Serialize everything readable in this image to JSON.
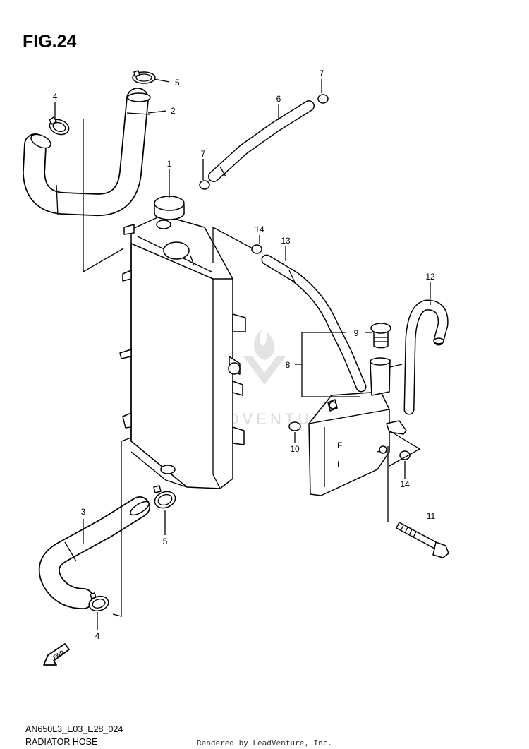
{
  "header": {
    "title": "FIG.24"
  },
  "footer": {
    "model_code": "AN650L3_E03_E28_024",
    "section_name": "RADIATOR HOSE",
    "rendered_by": "Rendered by LeadVenture, Inc."
  },
  "watermark": {
    "text": "LEADVENTURE"
  },
  "fwd_label": "FWD",
  "callouts": {
    "c1": "1",
    "c2": "2",
    "c3": "3",
    "c4a": "4",
    "c4b": "4",
    "c5a": "5",
    "c5b": "5",
    "c6": "6",
    "c7a": "7",
    "c7b": "7",
    "c8": "8",
    "c9": "9",
    "c10": "10",
    "c11": "11",
    "c12": "12",
    "c13": "13",
    "c14a": "14",
    "c14b": "14"
  },
  "tank_marks": {
    "full": "F",
    "low": "L"
  },
  "colors": {
    "line": "#000000",
    "watermark": "#d9d9d9"
  }
}
